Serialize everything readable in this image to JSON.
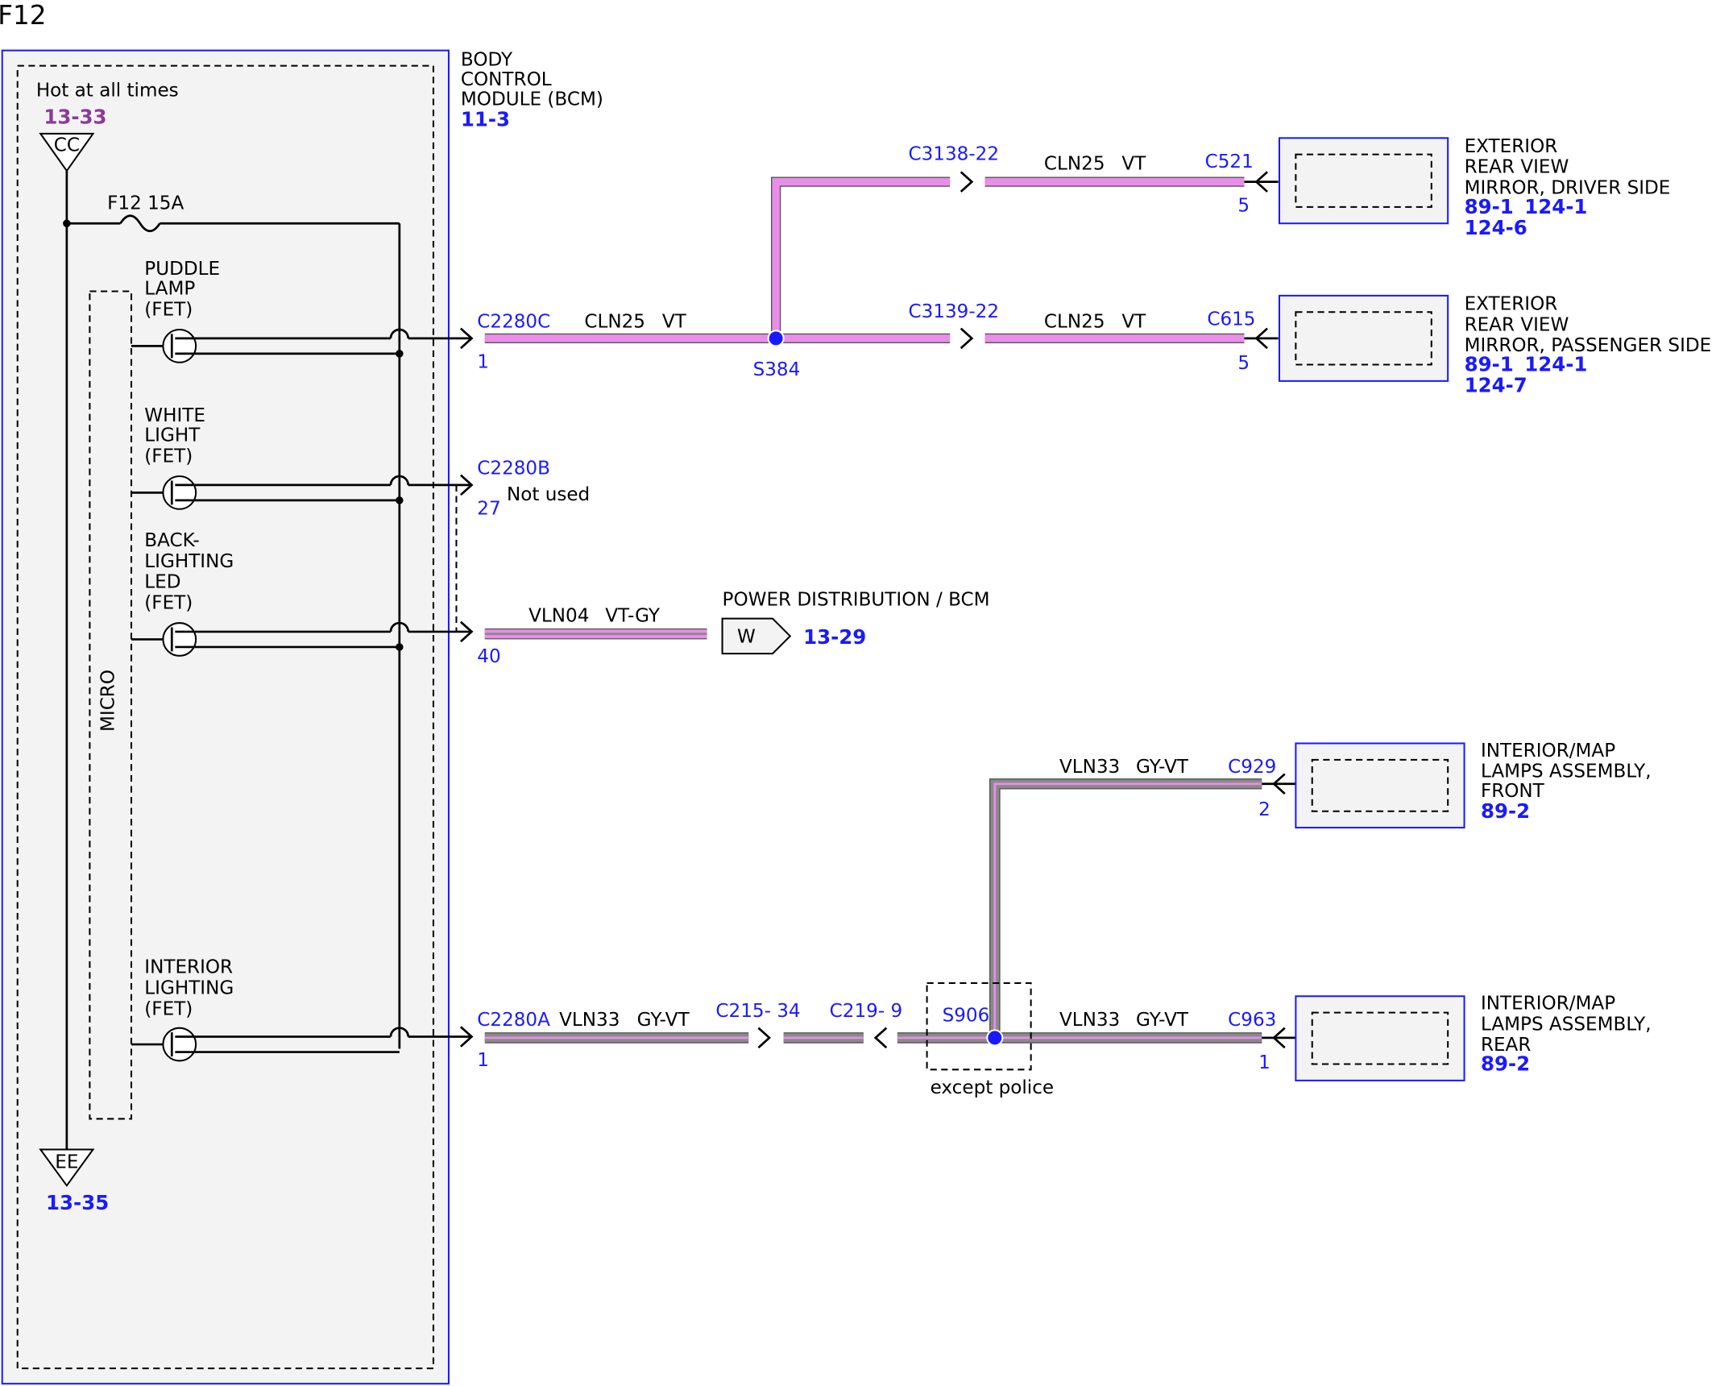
{
  "page_title": "F12",
  "bcm": {
    "name": [
      "BODY",
      "CONTROL",
      "MODULE (BCM)"
    ],
    "ref": "11-3",
    "hot_label": "Hot at all times",
    "hot_ref": "13-33",
    "top_tag": "CC",
    "bottom_tag": "EE",
    "bottom_ref": "13-35",
    "fuse_label": "F12  15A",
    "micro_label": "MICRO",
    "fets": [
      {
        "lines": [
          "PUDDLE",
          "LAMP",
          "(FET)"
        ]
      },
      {
        "lines": [
          "WHITE",
          "LIGHT",
          "(FET)"
        ]
      },
      {
        "lines": [
          "BACK-",
          "LIGHTING",
          "LED",
          "(FET)"
        ]
      },
      {
        "lines": [
          "INTERIOR",
          "LIGHTING",
          "(FET)"
        ]
      }
    ]
  },
  "connectors": {
    "c2280c": "C2280C",
    "c2280c_pin": "1",
    "c2280b": "C2280B",
    "c2280b_pin": "27",
    "not_used": "Not used",
    "c2280b_40": "40",
    "c2280a": "C2280A",
    "c2280a_pin": "1",
    "c3138": "C3138",
    "c3138_pin": "-22",
    "c3139": "C3139",
    "c3139_pin": "-22",
    "c521": "C521",
    "c521_pin": "5",
    "c615": "C615",
    "c615_pin": "5",
    "c215": "C215",
    "c215_pin": "- 34",
    "c219": "C219",
    "c219_pin": "- 9",
    "c929": "C929",
    "c929_pin": "2",
    "c963": "C963",
    "c963_pin": "1"
  },
  "splices": {
    "s384": "S384",
    "s906": "S906",
    "except": "except police"
  },
  "wires": {
    "cln25": "CLN25",
    "vt": "VT",
    "vln04": "VLN04",
    "vtgy": "VT-GY",
    "vln33": "VLN33",
    "gyvt": "GY-VT"
  },
  "power": {
    "title": "POWER DISTRIBUTION / BCM",
    "tag": "W",
    "ref": "13-29"
  },
  "components": {
    "mirror_driver": {
      "lines": [
        "EXTERIOR",
        "REAR VIEW",
        "MIRROR, DRIVER SIDE"
      ],
      "ref1": "89-1",
      "ref2": "124-1",
      "ref3": "124-6"
    },
    "mirror_pass": {
      "lines": [
        "EXTERIOR",
        "REAR VIEW",
        "MIRROR, PASSENGER SIDE"
      ],
      "ref1": "89-1",
      "ref2": "124-1",
      "ref3": "124-7"
    },
    "map_front": {
      "lines": [
        "INTERIOR/MAP",
        "LAMPS ASSEMBLY,",
        "FRONT"
      ],
      "ref": "89-2"
    },
    "map_rear": {
      "lines": [
        "INTERIOR/MAP",
        "LAMPS ASSEMBLY,",
        "REAR"
      ],
      "ref": "89-2"
    }
  },
  "colors": {
    "violet": "#e88ee8",
    "gray": "#8a8a8a",
    "blue": "#1a1aff",
    "purple": "#8a3a9a"
  }
}
